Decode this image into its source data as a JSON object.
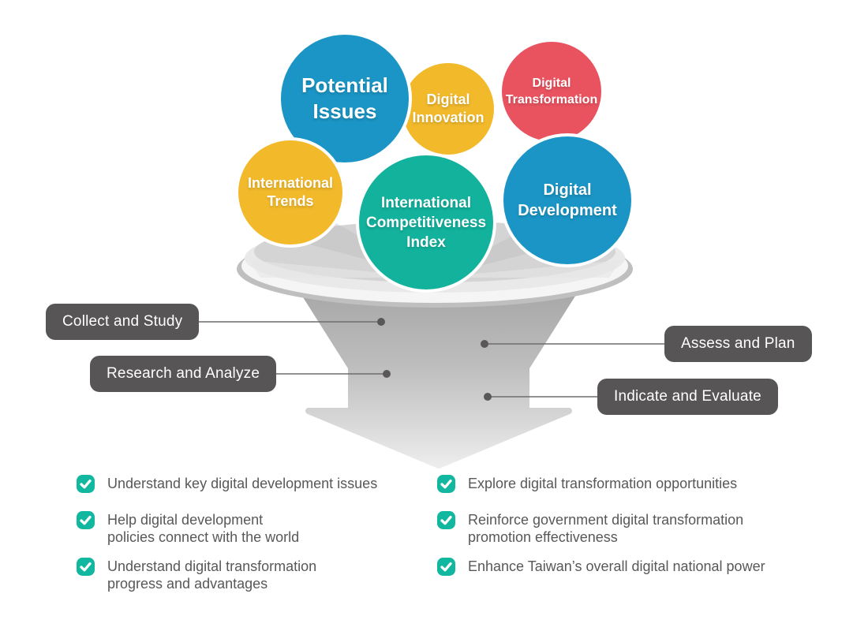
{
  "title": "Digital development funnel diagram",
  "colors": {
    "blue": "#1b95c5",
    "yellow": "#f2ba2b",
    "red": "#e95360",
    "teal": "#12b29d",
    "check_teal": "#12b7a0",
    "pill_dark": "#575555",
    "text_gray": "#58585a",
    "funnel_gray": "#b5b5b5"
  },
  "icons": {
    "check": "✓"
  },
  "circles": [
    {
      "name": "potential-issues",
      "label": "Potential\nIssues",
      "color": "#1b95c5"
    },
    {
      "name": "digital-innovation",
      "label": "Digital\nInnovation",
      "color": "#f2ba2b"
    },
    {
      "name": "digital-transformation",
      "label": "Digital\nTransformation",
      "color": "#e95360"
    },
    {
      "name": "international-trends",
      "label": "International\nTrends",
      "color": "#f2ba2b"
    },
    {
      "name": "international-competitiveness-index",
      "label": "International\nCompetitiveness\nIndex",
      "color": "#12b29d"
    },
    {
      "name": "digital-development",
      "label": "Digital\nDevelopment",
      "color": "#1b95c5"
    }
  ],
  "process_steps": [
    {
      "name": "collect-and-study",
      "label": "Collect and Study",
      "side": "left"
    },
    {
      "name": "research-and-analyze",
      "label": "Research and Analyze",
      "side": "left"
    },
    {
      "name": "assess-and-plan",
      "label": "Assess and Plan",
      "side": "right"
    },
    {
      "name": "indicate-and-evaluate",
      "label": "Indicate and Evaluate",
      "side": "right"
    }
  ],
  "outcomes": {
    "left": [
      {
        "text": "Understand key digital development issues"
      },
      {
        "text": "Help digital development\npolicies connect with the world"
      },
      {
        "text": "Understand digital transformation\nprogress and advantages"
      }
    ],
    "right": [
      {
        "text": "Explore digital transformation opportunities"
      },
      {
        "text": "Reinforce government digital transformation\npromotion effectiveness"
      },
      {
        "text": "Enhance Taiwan’s overall digital national power"
      }
    ]
  }
}
